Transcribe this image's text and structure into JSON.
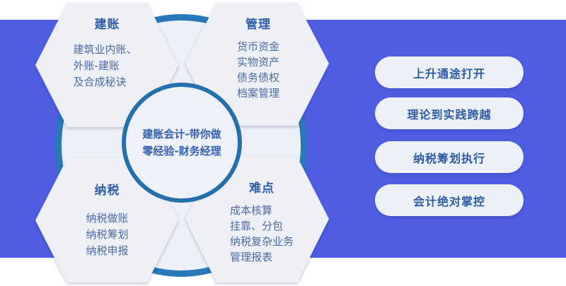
{
  "colors": {
    "background": "#ffffff",
    "band": "#4f5de3",
    "ring": "#2a78b8",
    "hex_fill": "#eff0f6",
    "title_text": "#2f5ea6",
    "body_text": "#4a6aa3",
    "pill_fill": "#eef0f8"
  },
  "center": {
    "line1": "建账会计-带你做",
    "line2": "零经验-财务经理"
  },
  "hexagons": [
    {
      "title": "建账",
      "lines": [
        "建筑业内账、",
        "外账-建账",
        "及合成秘诀"
      ]
    },
    {
      "title": "管理",
      "lines": [
        "货币资金",
        "实物资产",
        "债务债权",
        "档案管理"
      ]
    },
    {
      "title": "纳税",
      "lines": [
        "纳税做账",
        "纳税筹划",
        "纳税申报"
      ]
    },
    {
      "title": "难点",
      "lines": [
        "成本核算",
        "挂靠、分包",
        "纳税复杂业务",
        "管理报表"
      ]
    }
  ],
  "pills": [
    {
      "label": "上升通途打开"
    },
    {
      "label": "理论到实践跨越"
    },
    {
      "label": "纳税筹划执行"
    },
    {
      "label": "会计绝对掌控"
    }
  ]
}
